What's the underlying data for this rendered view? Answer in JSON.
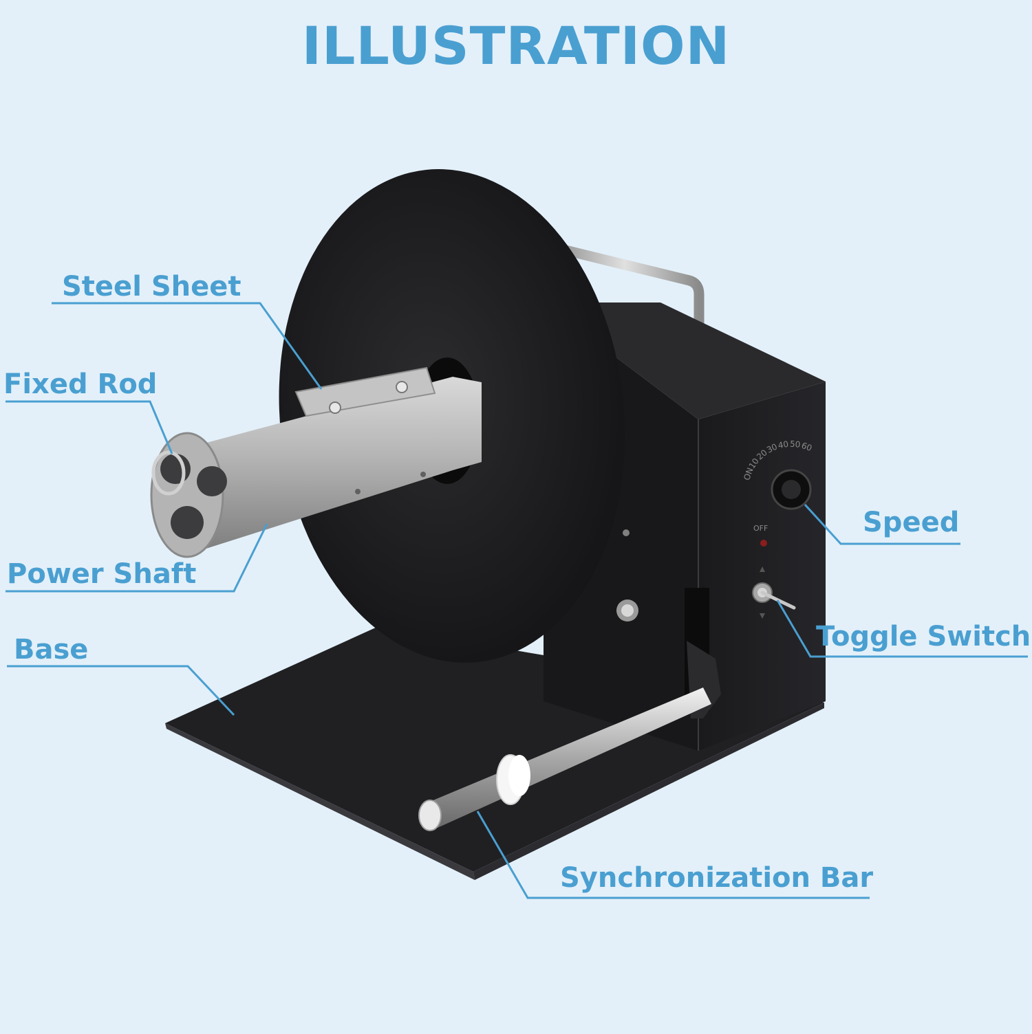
{
  "title": "ILLUSTRATION",
  "labels": {
    "steel_sheet": "Steel Sheet",
    "fixed_rod": "Fixed Rod",
    "power_shaft": "Power Shaft",
    "base": "Base",
    "speed": "Speed",
    "toggle_switch": "Toggle Switch",
    "synchronization_bar": "Synchronization Bar"
  },
  "dial": {
    "scale": [
      "ON",
      "10",
      "20",
      "30",
      "40",
      "50",
      "60"
    ],
    "off": "OFF"
  },
  "colors": {
    "background": "#e3f0f9",
    "accent": "#4a9fd1",
    "machine": "#1c1c1e",
    "steel": "#c8c8c8"
  }
}
